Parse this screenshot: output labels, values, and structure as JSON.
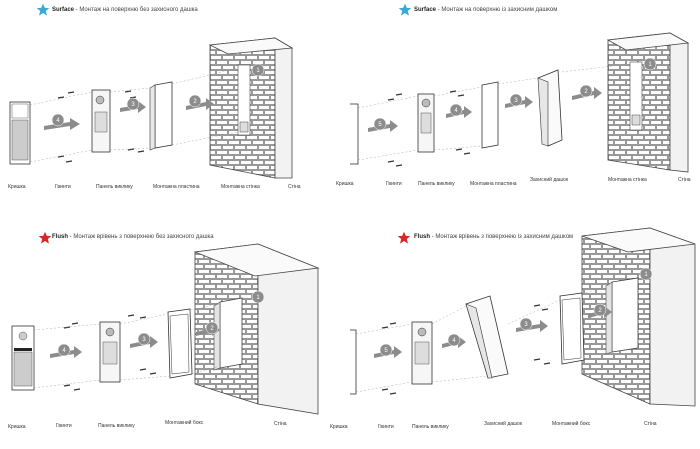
{
  "colors": {
    "surface_star": "#3aa8d8",
    "flush_star": "#d8262b",
    "arrow": "#8c8c8c"
  },
  "panels": {
    "surface_no_roof": {
      "mode": "Surface",
      "title": " - Монтаж на поверхню без захисного дашка",
      "labels": {
        "cover": "Кришка",
        "screws": "Гвинти",
        "panel": "Панель виклику",
        "plate": "Монтажна пластина",
        "wall_mount": "Монтажна стінка",
        "wall": "Стіна"
      },
      "steps": [
        "1",
        "2",
        "3",
        "4"
      ]
    },
    "surface_roof": {
      "mode": "Surface",
      "title": " - Монтаж на поверхню із захисним дашком",
      "labels": {
        "cover": "Кришка",
        "screws": "Гвинти",
        "panel": "Панель виклику",
        "plate": "Монтажна пластина",
        "roof": "Захисний дашок",
        "wall_mount": "Монтажна стінка",
        "wall": "Стіна"
      },
      "steps": [
        "1",
        "2",
        "3",
        "4",
        "5"
      ]
    },
    "flush_no_roof": {
      "mode": "Flush",
      "title": " - Монтаж врівень з поверхнею без захисного дашка",
      "labels": {
        "cover": "Кришка",
        "screws": "Гвинти",
        "panel": "Панель виклику",
        "box": "Монтажний бокс",
        "wall": "Стіна"
      },
      "steps": [
        "1",
        "2",
        "3",
        "4"
      ]
    },
    "flush_roof": {
      "mode": "Flush",
      "title": " - Монтаж врівень з поверхнею із захисним дашком",
      "labels": {
        "cover": "Кришка",
        "screws": "Гвинти",
        "panel": "Панель виклику",
        "roof": "Захисний дашок",
        "box": "Монтажний бокс",
        "wall": "Стіна"
      },
      "steps": [
        "1",
        "2",
        "3",
        "4",
        "5"
      ]
    }
  }
}
